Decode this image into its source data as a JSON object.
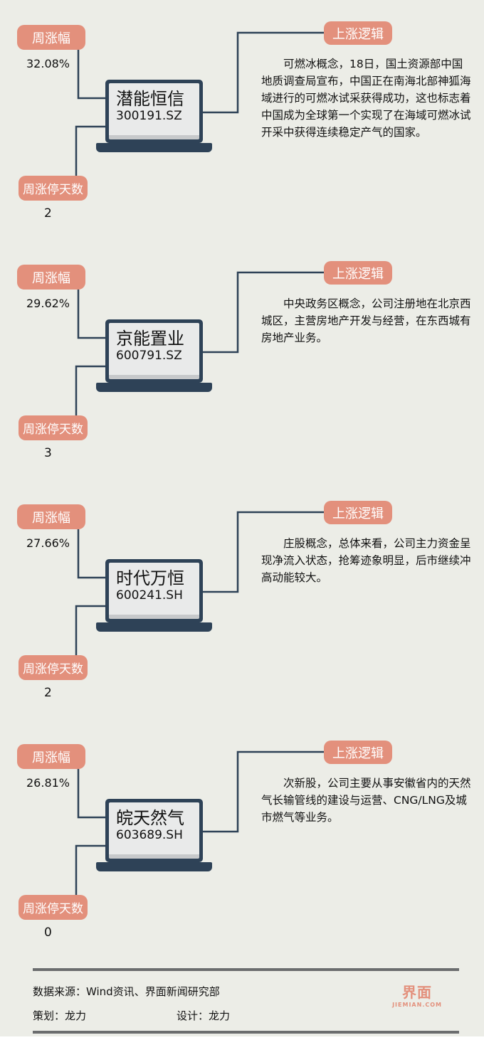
{
  "labels": {
    "weekly_gain": "周涨幅",
    "limit_up_days": "周涨停天数",
    "logic": "上涨逻辑"
  },
  "stocks": [
    {
      "name": "潜能恒信",
      "code": "300191.SZ",
      "gain": "32.08%",
      "days": "2",
      "desc": "可燃冰概念，18日，国土资源部中国地质调查局宣布，中国正在南海北部神狐海域进行的可燃冰试采获得成功，这也标志着中国成为全球第一个实现了在海域可燃冰试开采中获得连续稳定产气的国家。"
    },
    {
      "name": "京能置业",
      "code": "600791.SZ",
      "gain": "29.62%",
      "days": "3",
      "desc": "中央政务区概念，公司注册地在北京西城区，主营房地产开发与经营，在东西城有房地产业务。"
    },
    {
      "name": "时代万恒",
      "code": "600241.SH",
      "gain": "27.66%",
      "days": "2",
      "desc": "庄股概念，总体来看，公司主力资金呈现净流入状态，抢筹迹象明显，后市继续冲高动能较大。"
    },
    {
      "name": "皖天然气",
      "code": "603689.SH",
      "gain": "26.81%",
      "days": "0",
      "desc": "次新股，公司主要从事安徽省内的天然气长输管线的建设与运营、CNG/LNG及城市燃气等业务。"
    }
  ],
  "footer": {
    "source": "数据来源：Wind资讯、界面新闻研究部",
    "planner": "策划：龙力",
    "designer": "设计：龙力",
    "logo_text": "界面",
    "logo_sub": "JIEMIAN.COM"
  }
}
